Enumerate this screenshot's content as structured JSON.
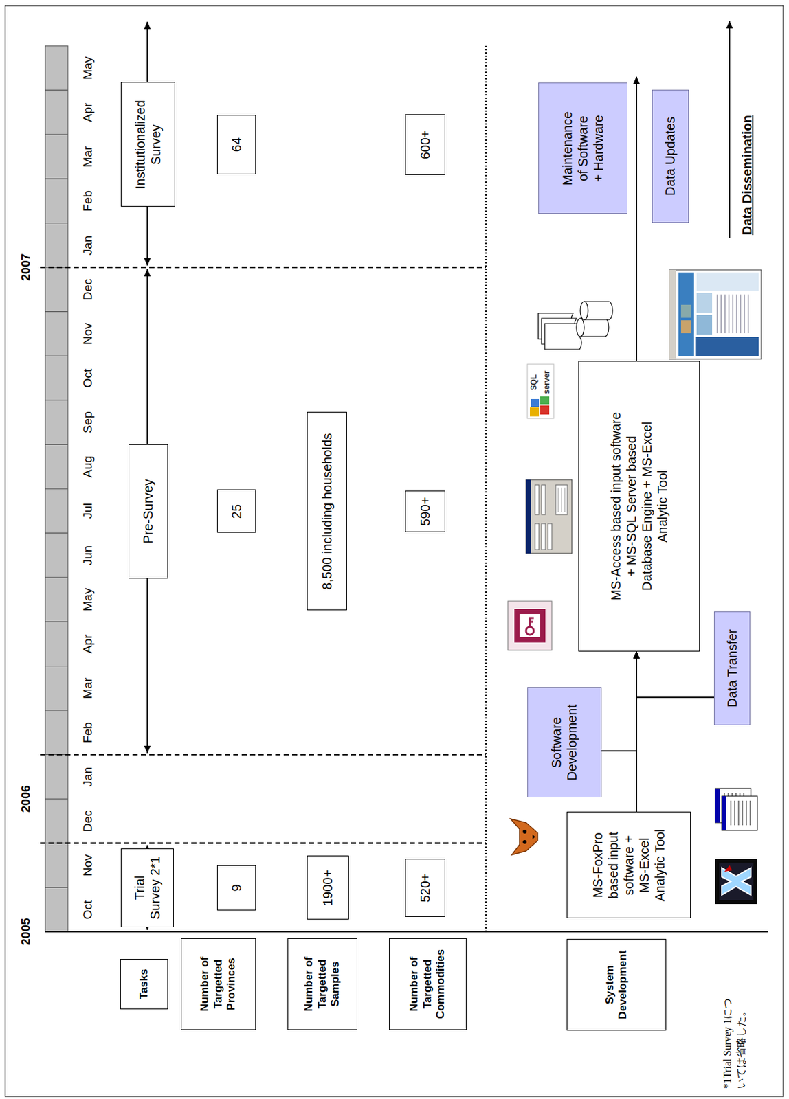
{
  "diagram": {
    "nodes": [
      {
        "text": [
          "Tasks"
        ]
      },
      {
        "text": [
          "Trial Survey 2*1"
        ]
      },
      {
        "text": [
          "Pre-Survey"
        ]
      },
      {
        "text": [
          "Institutionalized Survey"
        ]
      },
      {
        "text": [
          "Number of Targetted Provinces"
        ]
      },
      {
        "text": [
          "9"
        ]
      },
      {
        "text": [
          "25"
        ]
      },
      {
        "text": [
          "64"
        ]
      },
      {
        "text": [
          "Number of Targetted Samples"
        ]
      },
      {
        "text": [
          "1900+"
        ]
      },
      {
        "text": [
          "8,500 including households"
        ]
      },
      {
        "text": [
          "Number of Targetted Commodities"
        ]
      },
      {
        "text": [
          "520+"
        ]
      },
      {
        "text": [
          "590+"
        ]
      },
      {
        "text": [
          "600+"
        ]
      },
      {
        "text": [
          "System Development"
        ]
      },
      {
        "text": [
          "MS-FoxPro based input software + MS-Excel Analytic Tool"
        ]
      },
      {
        "text": [
          "Software Development"
        ]
      },
      {
        "text": [
          "Data Transfer"
        ]
      },
      {
        "text": [
          "MS-Access based input software + MS-SQL Server based Database Engine + MS-Excel Analytic Tool"
        ]
      },
      {
        "text": [
          "Maintenance of Software + Hardware"
        ]
      },
      {
        "text": [
          "Data Updates"
        ]
      }
    ],
    "edges": [
      {
        "from": 16,
        "to": 19,
        "arrow": "to"
      },
      {
        "from": 17,
        "to": 19,
        "arrow": "to"
      },
      {
        "from": 18,
        "to": 19,
        "arrow": "to"
      }
    ],
    "labels": [
      "2005",
      "2006",
      "2007",
      "Oct",
      "Nov",
      "Dec",
      "Jan",
      "Feb",
      "Mar",
      "Apr",
      "May",
      "Jun",
      "Jul",
      "Aug",
      "Sep",
      "Oct",
      "Nov",
      "Dec",
      "Jan",
      "Feb",
      "Mar",
      "Apr",
      "May",
      "SQL",
      "server",
      "Data Dissemination",
      "*1Trial Survey 1については省略した。"
    ]
  }
}
